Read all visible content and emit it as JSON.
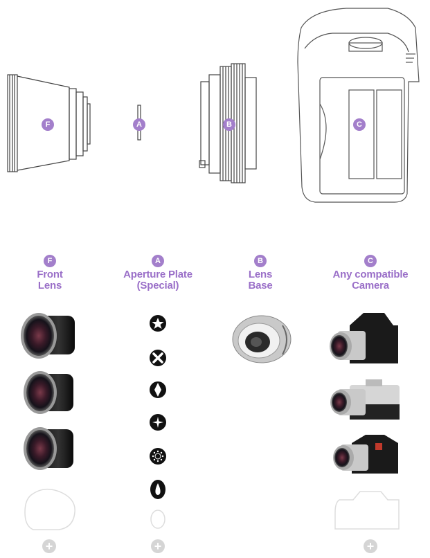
{
  "badges": {
    "F": "F",
    "A": "A",
    "B": "B",
    "C": "C"
  },
  "columns": [
    {
      "badge": "F",
      "line1": "Front",
      "line2": "Lens"
    },
    {
      "badge": "A",
      "line1": "Aperture Plate",
      "line2": "(Special)"
    },
    {
      "badge": "B",
      "line1": "Lens",
      "line2": "Base"
    },
    {
      "badge": "C",
      "line1": "Any compatible",
      "line2": "Camera"
    }
  ],
  "plus_glyph": "+",
  "colors": {
    "accent": "#a37fcb",
    "accent_text": "#9a6fc8",
    "line": "#444444",
    "placeholder": "#dddddd"
  }
}
